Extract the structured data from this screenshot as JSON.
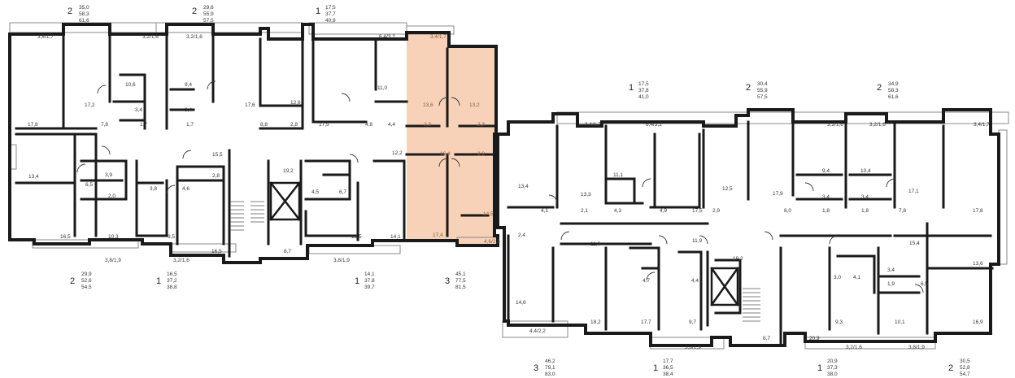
{
  "plan": {
    "highlight_color": "#f7d2b8",
    "wall_color": "#1a1a1a",
    "apartments": [
      {
        "id": "a1",
        "rooms": "2",
        "areas": [
          "35,0",
          "58,3",
          "61,6"
        ]
      },
      {
        "id": "a2",
        "rooms": "2",
        "areas": [
          "29,6",
          "55,9",
          "57,5"
        ]
      },
      {
        "id": "a3",
        "rooms": "1",
        "areas": [
          "17,5",
          "37,7",
          "40,9"
        ]
      },
      {
        "id": "a4",
        "rooms": "1",
        "areas": [
          "17,5",
          "37,8",
          "41,0"
        ]
      },
      {
        "id": "a5",
        "rooms": "2",
        "areas": [
          "30,4",
          "55,9",
          "57,5"
        ]
      },
      {
        "id": "a6",
        "rooms": "2",
        "areas": [
          "34,9",
          "58,3",
          "61,6"
        ]
      },
      {
        "id": "a7",
        "rooms": "2",
        "areas": [
          "29,9",
          "52,6",
          "54,5"
        ]
      },
      {
        "id": "a8",
        "rooms": "1",
        "areas": [
          "16,5",
          "37,2",
          "38,8"
        ]
      },
      {
        "id": "a9",
        "rooms": "1",
        "areas": [
          "14,1",
          "37,8",
          "39,7"
        ]
      },
      {
        "id": "a10",
        "rooms": "3",
        "areas": [
          "45,1",
          "77,5",
          "81,5"
        ]
      },
      {
        "id": "a11",
        "rooms": "3",
        "areas": [
          "46,2",
          "79,1",
          "83,0"
        ]
      },
      {
        "id": "a12",
        "rooms": "1",
        "areas": [
          "17,7",
          "36,5",
          "38,4"
        ]
      },
      {
        "id": "a13",
        "rooms": "1",
        "areas": [
          "20,9",
          "37,3",
          "38,0"
        ]
      },
      {
        "id": "a14",
        "rooms": "2",
        "areas": [
          "30,5",
          "52,8",
          "54,7"
        ]
      }
    ],
    "rooms": [
      "3,4/1,7",
      "3,2/1,6",
      "3,2/1,6",
      "6,4/3,2",
      "17,2",
      "10,6",
      "3,4",
      "1,7",
      "17,8",
      "7,8",
      "9,4",
      "3,4",
      "1,7",
      "17,6",
      "12,6",
      "2,8",
      "8,8",
      "11,0",
      "4,8",
      "4,4",
      "17,5",
      "12,2",
      "15,5",
      "2,8",
      "13,4",
      "3,9",
      "6,5",
      "2,0",
      "3,8",
      "4,6",
      "19,2",
      "4,5",
      "6,7",
      "16,5",
      "10,3",
      "9,5",
      "16,5",
      "8,7",
      "12,5",
      "14,1",
      "3,8/1,9",
      "3,2/1,6",
      "3,8/1,9",
      "3,4/1,7",
      "6,4/3,2",
      "3,2/1,6",
      "3,2/1,6",
      "3,4/1,7",
      "13,4",
      "13,3",
      "11,1",
      "17,9",
      "12,5",
      "9,4",
      "10,4",
      "17,1",
      "4,1",
      "2,1",
      "4,3",
      "4,9",
      "17,5",
      "2,9",
      "3,4",
      "3,4",
      "1,8",
      "8,0",
      "1,8",
      "7,8",
      "17,8",
      "2,4",
      "11,0",
      "11,9",
      "15,4",
      "13,6",
      "4,7",
      "4,4",
      "19,2",
      "3,0",
      "4,1",
      "3,4",
      "1,9",
      "6,5",
      "14,6",
      "18,2",
      "17,7",
      "9,7",
      "8,7",
      "20,9",
      "9,3",
      "10,1",
      "16,9",
      "4,4/2,2",
      "3,8/1,9",
      "3,2/1,6",
      "3,8/1,9"
    ],
    "rooms_highlight": [
      "3,4/1,7",
      "13,6",
      "13,2",
      "2,3",
      "2,3",
      "16,4",
      "3,9",
      "14,5",
      "17,4",
      "4,6/2,3"
    ]
  }
}
